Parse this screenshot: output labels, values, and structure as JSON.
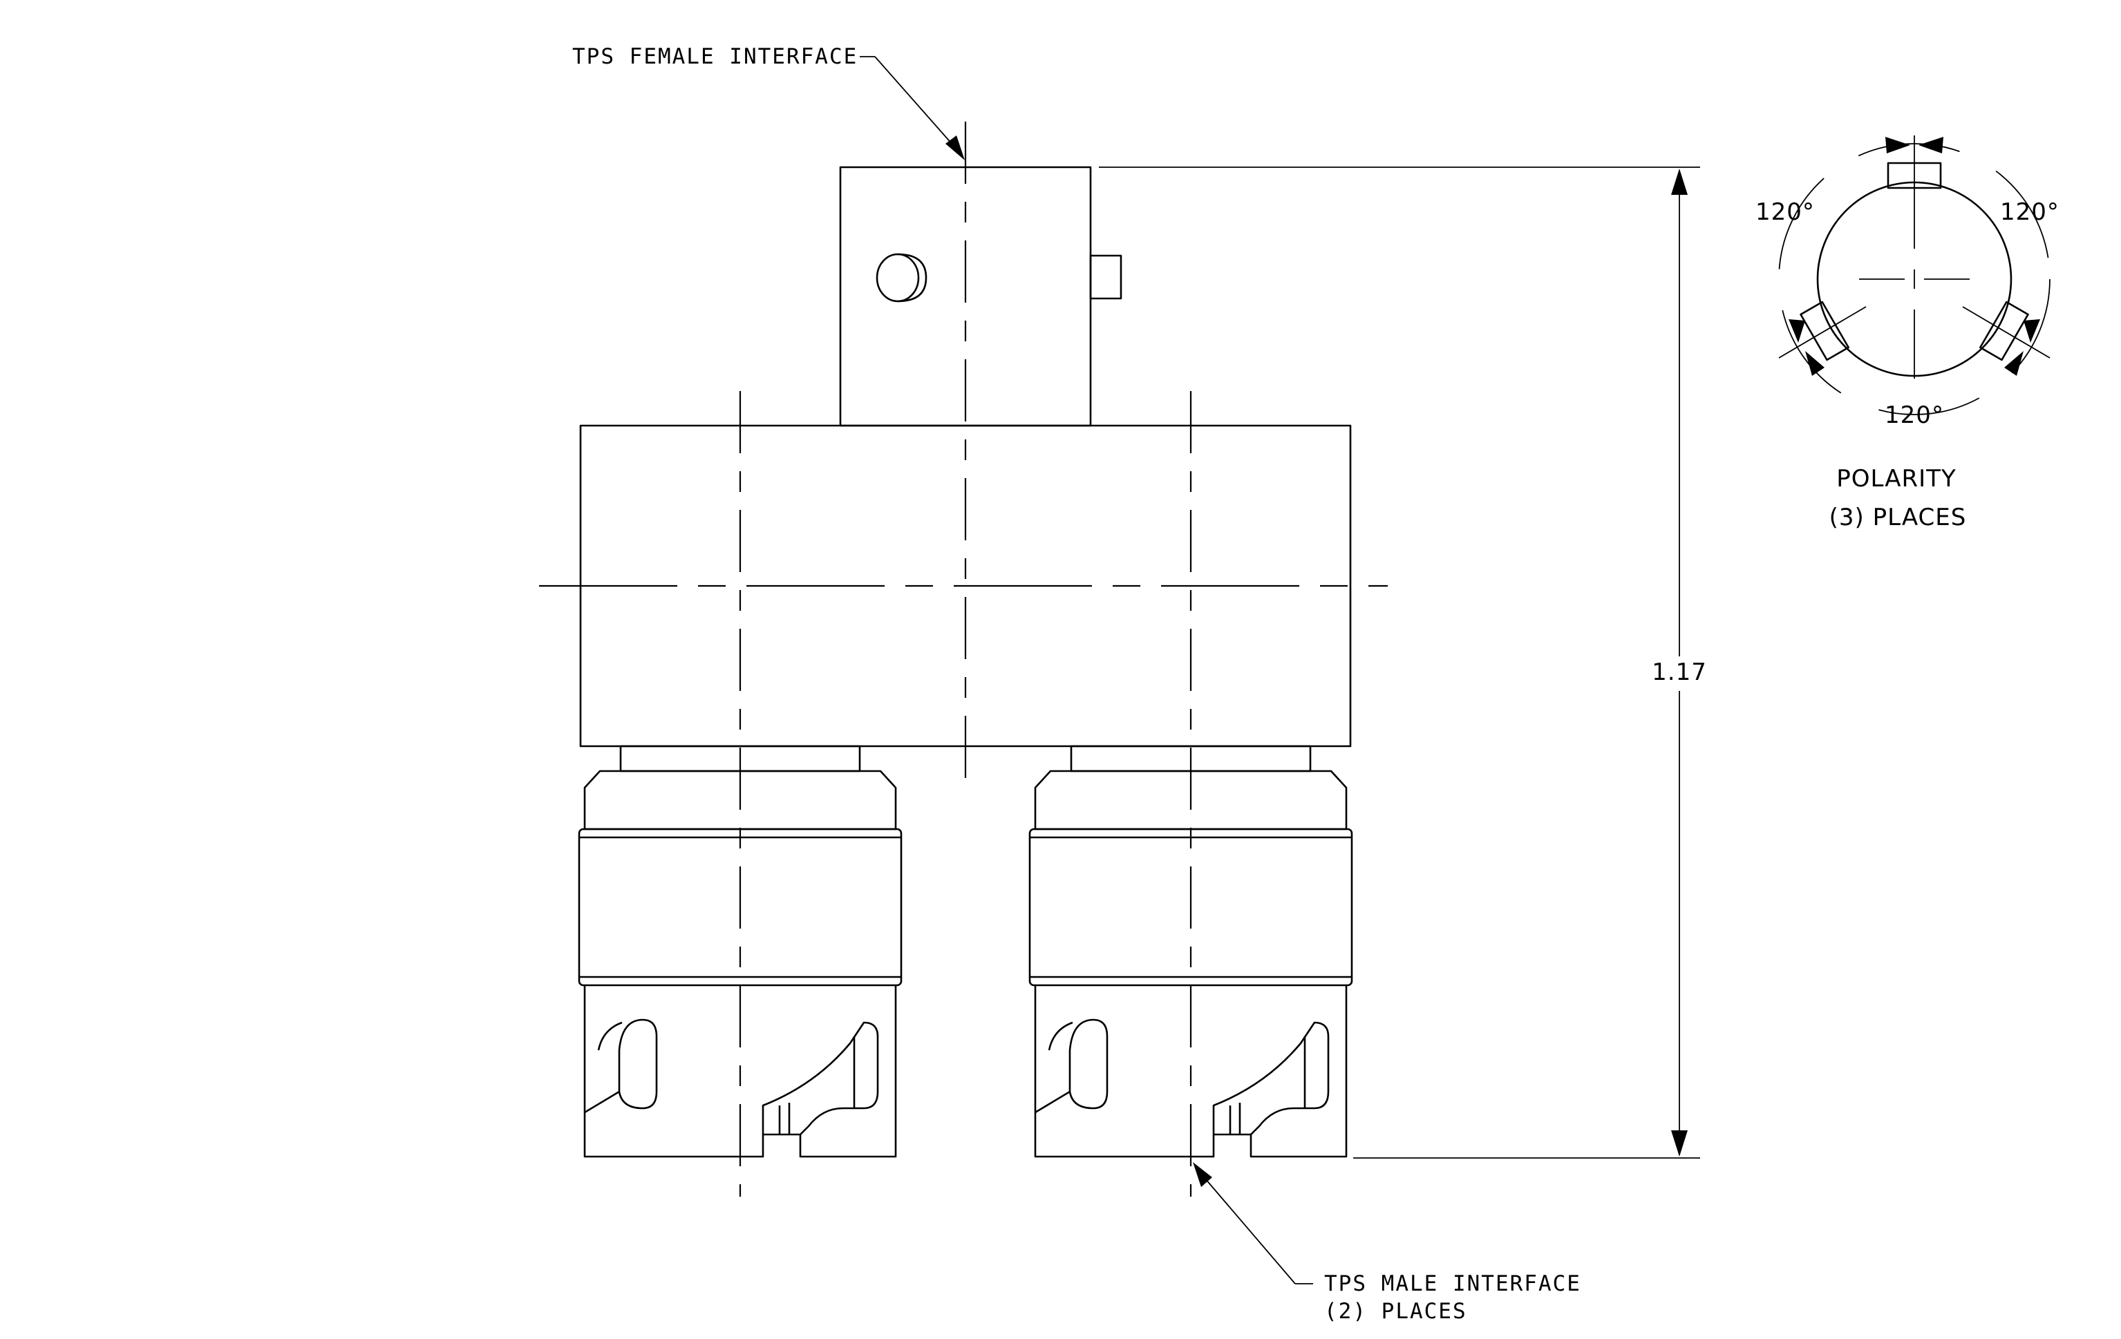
{
  "labels": {
    "female_interface": "TPS FEMALE INTERFACE",
    "male_interface_line1": "TPS MALE INTERFACE",
    "male_interface_line2": "(2)  PLACES",
    "dimension_height": "1.17",
    "polarity_line1": "POLARITY",
    "polarity_line2": "(3)  PLACES",
    "angle_left": "120°",
    "angle_right": "120°",
    "angle_bottom": "120°"
  }
}
